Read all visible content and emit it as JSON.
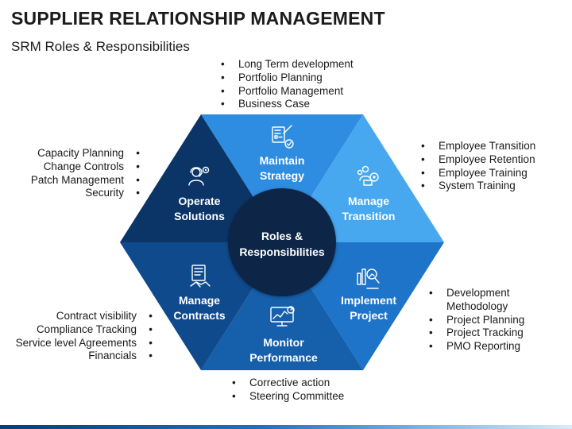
{
  "title": "SUPPLIER RELATIONSHIP MANAGEMENT",
  "subtitle": "SRM Roles & Responsibilities",
  "center": {
    "line1": "Roles &",
    "line2": "Responsibilities"
  },
  "segments": {
    "maintain": {
      "line1": "Maintain",
      "line2": "Strategy",
      "icon": "strategy-checklist-icon",
      "color": "#2e8de0"
    },
    "transition": {
      "line1": "Manage",
      "line2": "Transition",
      "icon": "team-gear-icon",
      "color": "#47a8f0"
    },
    "implement": {
      "line1": "Implement",
      "line2": "Project",
      "icon": "project-chart-icon",
      "color": "#1d74c8"
    },
    "monitor": {
      "line1": "Monitor",
      "line2": "Performance",
      "icon": "monitor-gauge-icon",
      "color": "#165fab"
    },
    "contracts": {
      "line1": "Manage",
      "line2": "Contracts",
      "icon": "contract-handshake-icon",
      "color": "#0f4a8d"
    },
    "operate": {
      "line1": "Operate",
      "line2": "Solutions",
      "icon": "support-agent-icon",
      "color": "#0b3467"
    }
  },
  "lists": {
    "top": [
      "Long Term development",
      "Portfolio Planning",
      "Portfolio Management",
      "Business Case"
    ],
    "right_top": [
      "Employee Transition",
      "Employee Retention",
      "Employee Training",
      "System Training"
    ],
    "left_top": [
      "Capacity Planning",
      "Change Controls",
      "Patch Management",
      "Security"
    ],
    "left_bottom": [
      "Contract visibility",
      "Compliance Tracking",
      "Service level Agreements",
      "Financials"
    ],
    "right_bottom": [
      "Development Methodology",
      "Project Planning",
      "Project Tracking",
      "PMO Reporting"
    ],
    "bottom": [
      "Corrective action",
      "Steering Committee"
    ]
  }
}
